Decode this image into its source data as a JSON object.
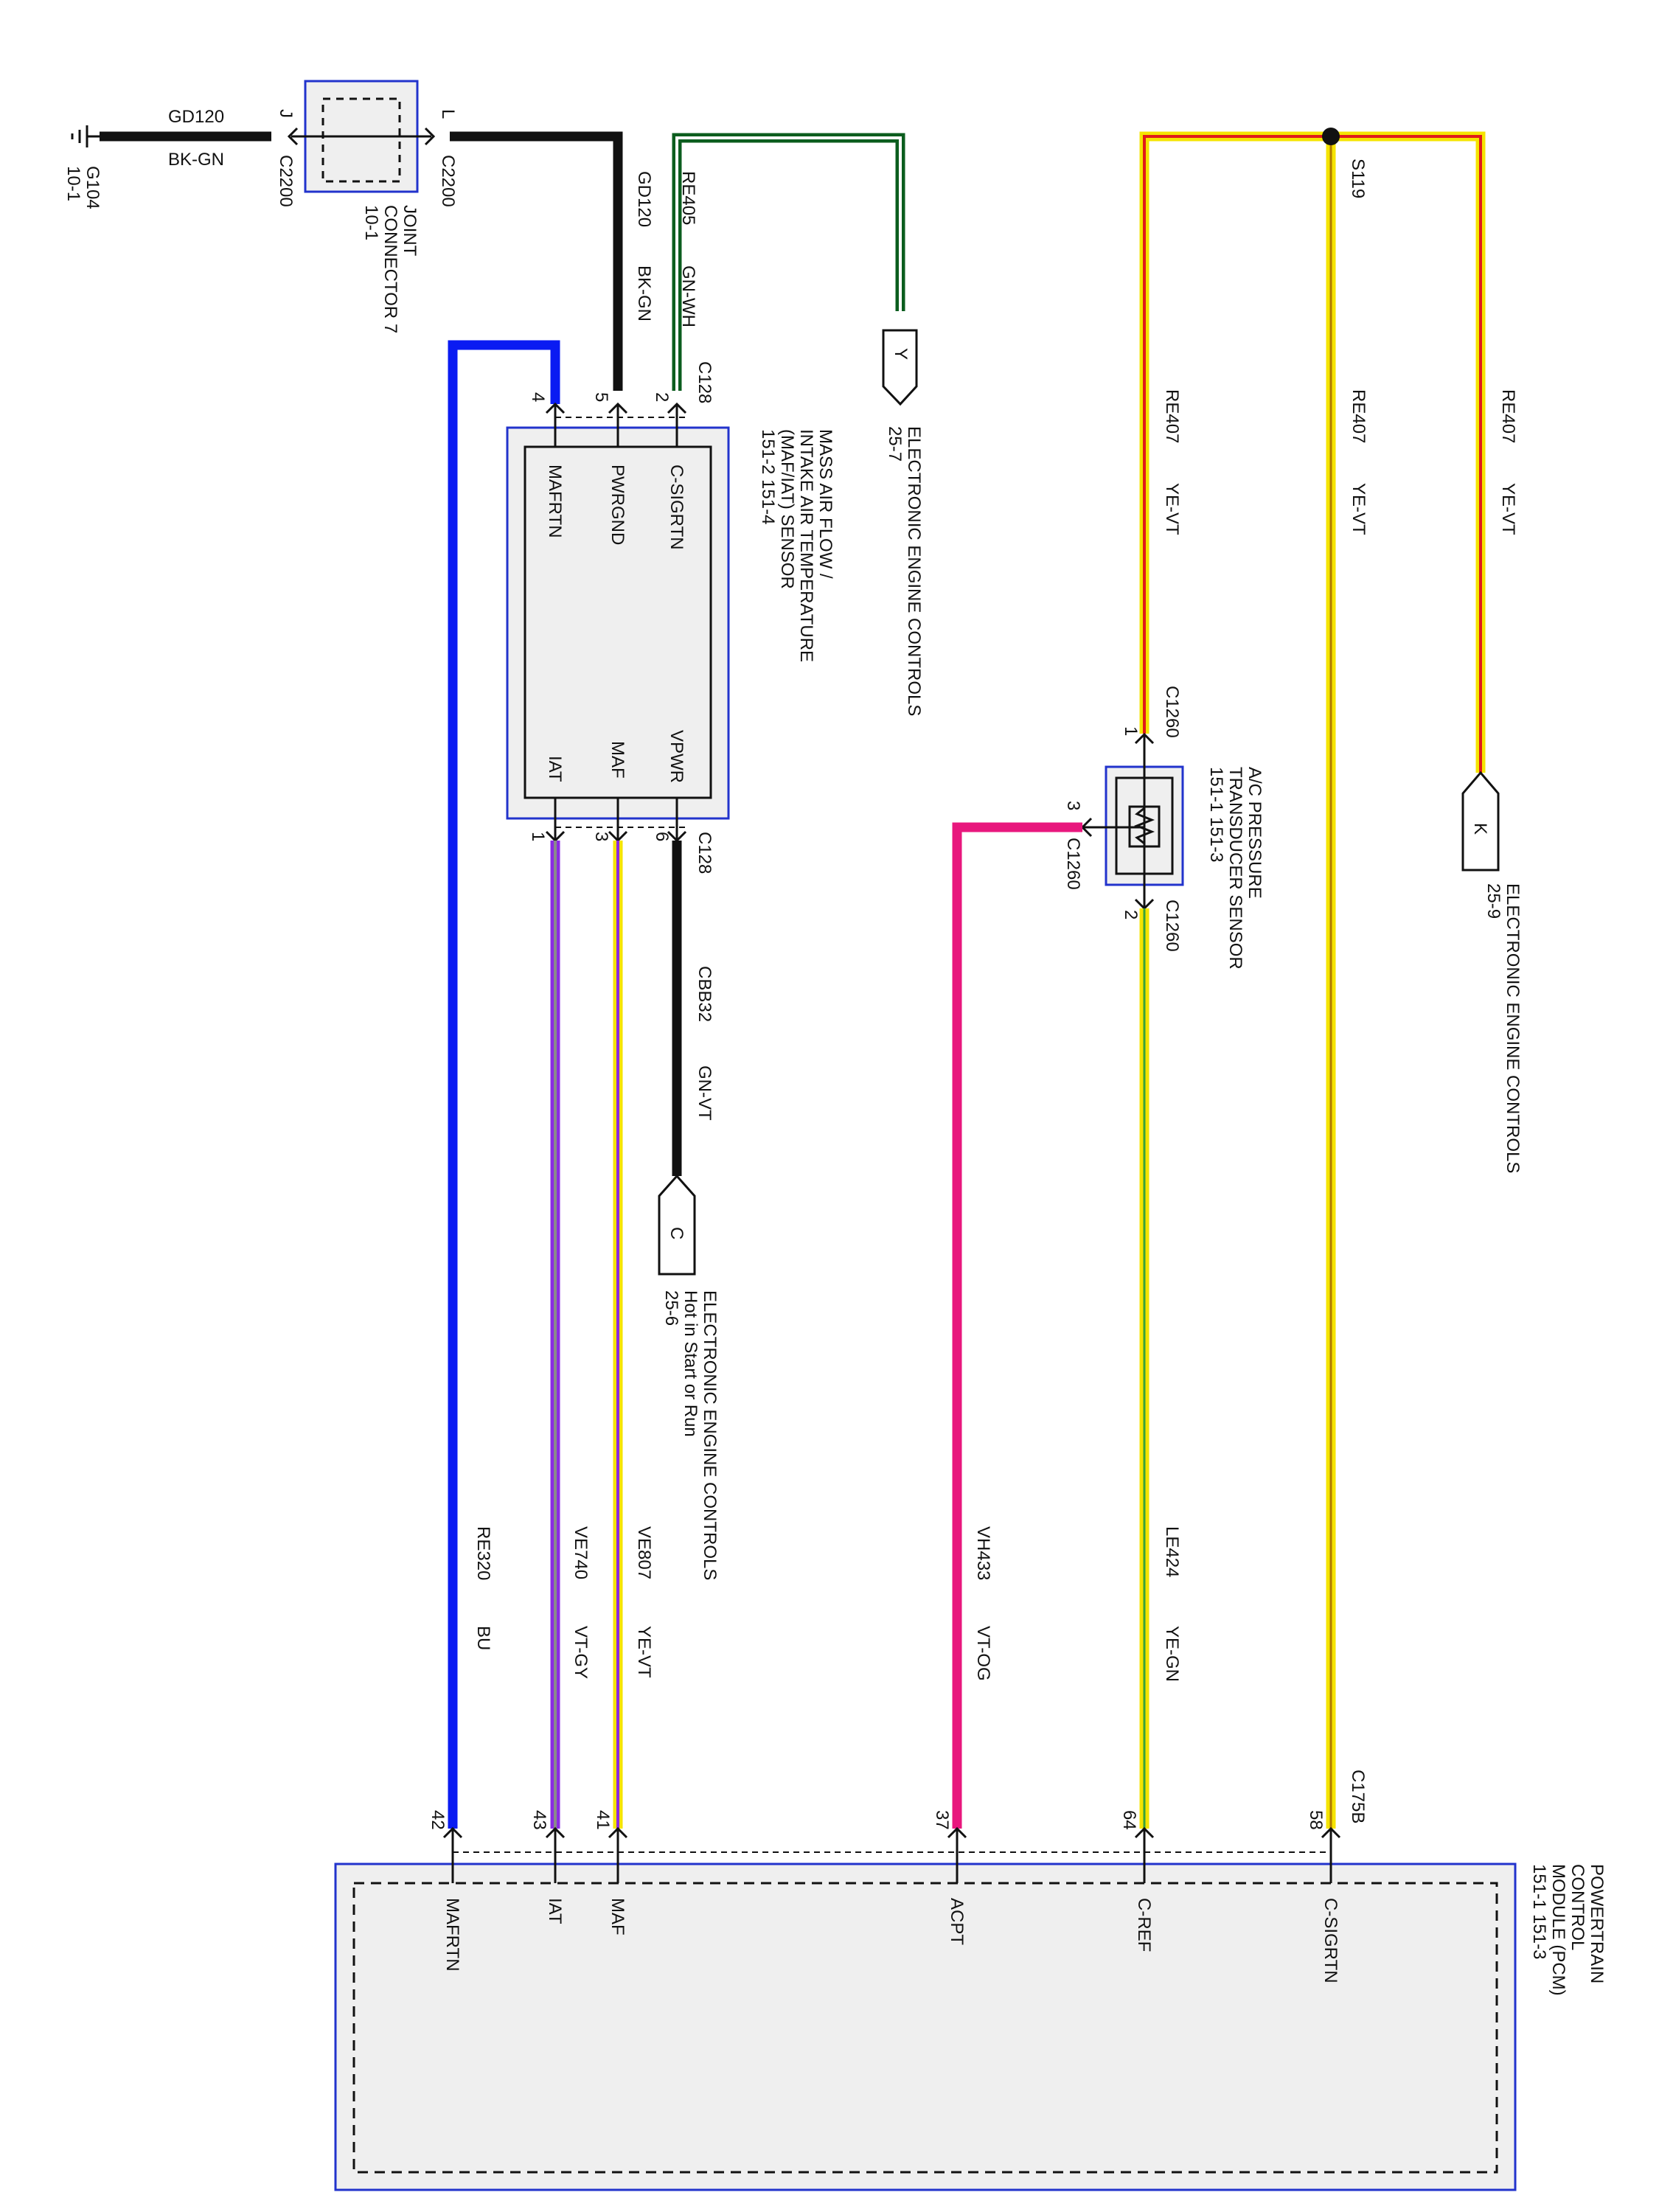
{
  "colors": {
    "black": "#111111",
    "blue": "#0a1bf2",
    "pink": "#e8177d",
    "yellow": "#f5e400",
    "violet": "#8a2be2",
    "green": "#0b5d1e",
    "red": "#e01a1a",
    "module_border": "#2233cc",
    "module_fill": "#efefef"
  },
  "ground": {
    "id": "G104",
    "ref": "10-1"
  },
  "joint_connector": {
    "name_line1": "JOINT",
    "name_line2": "CONNECTOR 7",
    "ref": "10-1",
    "pin_left": "J",
    "pin_right": "L",
    "connector_left": "C2200",
    "connector_right": "C2200"
  },
  "wires": {
    "gd120_left": {
      "circuit": "GD120",
      "color": "BK-GN"
    },
    "gd120_down": {
      "circuit": "GD120",
      "color": "BK-GN"
    },
    "re405": {
      "circuit": "RE405",
      "color": "GN-WH"
    },
    "cbb32": {
      "circuit": "CBB32",
      "color": "GN-VT"
    },
    "re407_a": {
      "circuit": "RE407",
      "color": "YE-VT"
    },
    "re407_b": {
      "circuit": "RE407",
      "color": "YE-VT"
    },
    "re407_c": {
      "circuit": "RE407",
      "color": "YE-VT"
    },
    "re320": {
      "circuit": "RE320",
      "color": "BU"
    },
    "ve740": {
      "circuit": "VE740",
      "color": "VT-GY"
    },
    "ve807": {
      "circuit": "VE807",
      "color": "YE-VT"
    },
    "vh433": {
      "circuit": "VH433",
      "color": "VT-OG"
    },
    "le424": {
      "circuit": "LE424",
      "color": "YE-GN"
    }
  },
  "maf_sensor": {
    "name_line1": "MASS AIR FLOW /",
    "name_line2": "INTAKE AIR TEMPERATURE",
    "name_line3": "(MAF/IAT) SENSOR",
    "refs": "151-2    151-4",
    "connector_top": "C128",
    "connector_bottom": "C128",
    "pins": [
      {
        "num": "2",
        "label": "C-SIGRTN"
      },
      {
        "num": "5",
        "label": "PWRGND"
      },
      {
        "num": "4",
        "label": "MAFRTN"
      },
      {
        "num": "6",
        "label": "VPWR"
      },
      {
        "num": "3",
        "label": "MAF"
      },
      {
        "num": "1",
        "label": "IAT"
      }
    ]
  },
  "ac_sensor": {
    "name_line1": "A/C PRESSURE",
    "name_line2": "TRANSDUCER SENSOR",
    "refs": "151-1    151-3",
    "connector_top": "C1260",
    "connector_side": "C1260",
    "connector_bottom": "C1260",
    "pin_top": "1",
    "pin_side": "3",
    "pin_bottom": "2"
  },
  "splice": {
    "id": "S119"
  },
  "offpage": {
    "y": {
      "letter": "Y",
      "title": "ELECTRONIC ENGINE CONTROLS",
      "ref": "25-7"
    },
    "c": {
      "letter": "C",
      "title": "ELECTRONIC ENGINE CONTROLS",
      "note": "Hot in Start or Run",
      "ref": "25-6"
    },
    "k": {
      "letter": "K",
      "title": "ELECTRONIC ENGINE CONTROLS",
      "ref": "25-9"
    }
  },
  "pcm": {
    "name_line1": "POWERTRAIN",
    "name_line2": "CONTROL",
    "name_line3": "MODULE (PCM)",
    "refs": "151-1    151-3",
    "connector": "C175B",
    "pins": [
      {
        "num": "42",
        "label": "MAFRTN"
      },
      {
        "num": "43",
        "label": "IAT"
      },
      {
        "num": "41",
        "label": "MAF"
      },
      {
        "num": "37",
        "label": "ACPT"
      },
      {
        "num": "64",
        "label": "C-REF"
      },
      {
        "num": "58",
        "label": "C-SIGRTN"
      }
    ]
  }
}
